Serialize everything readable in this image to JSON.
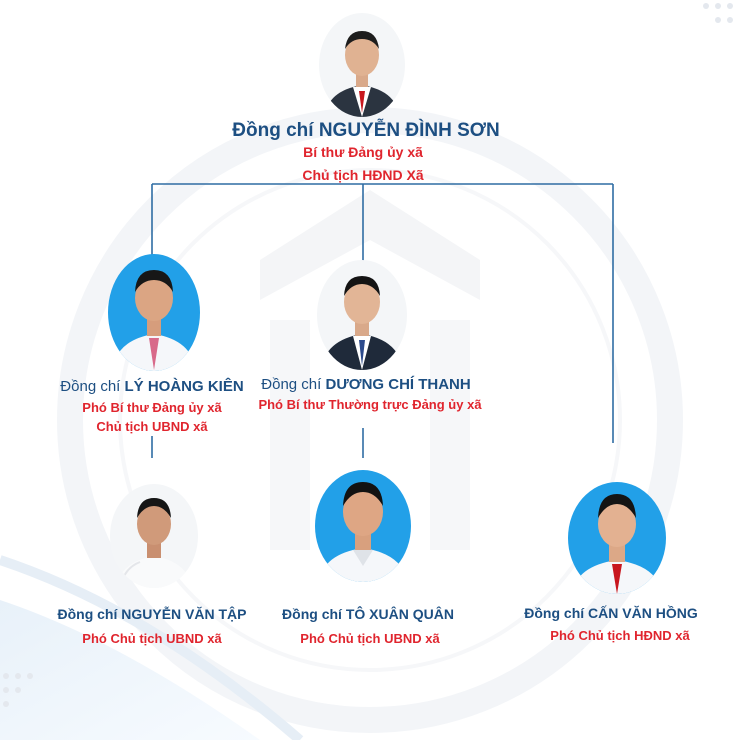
{
  "colors": {
    "name": "#1d4f82",
    "role": "#e0252e",
    "line": "#2f6da3",
    "photo_bg_blue": "#22a0e8",
    "photo_bg_white": "#f4f6f8"
  },
  "top": {
    "name": "Đồng chí NGUYỄN ĐÌNH SƠN",
    "role1": "Bí thư Đảng ủy xã",
    "role2": "Chủ tịch HĐND Xã"
  },
  "left": {
    "label": "Đồng chí ",
    "name": "LÝ HOÀNG KIÊN",
    "role1": "Phó Bí thư Đảng ủy xã",
    "role2": "Chủ tịch UBND xã"
  },
  "middle": {
    "label": "Đồng chí ",
    "name": "DƯƠNG CHÍ THANH",
    "role1": "Phó Bí thư Thường trực Đảng ủy xã"
  },
  "bottom_left": {
    "name": "Đồng chí NGUYỄN VĂN TẬP",
    "role1": "Phó Chủ tịch UBND xã"
  },
  "bottom_middle": {
    "name": "Đồng chí TÔ XUÂN QUÂN",
    "role1": "Phó Chủ tịch UBND xã"
  },
  "bottom_right": {
    "name": "Đồng chí CẤN VĂN HỒNG",
    "role1": "Phó Chủ tịch HĐND xã"
  }
}
